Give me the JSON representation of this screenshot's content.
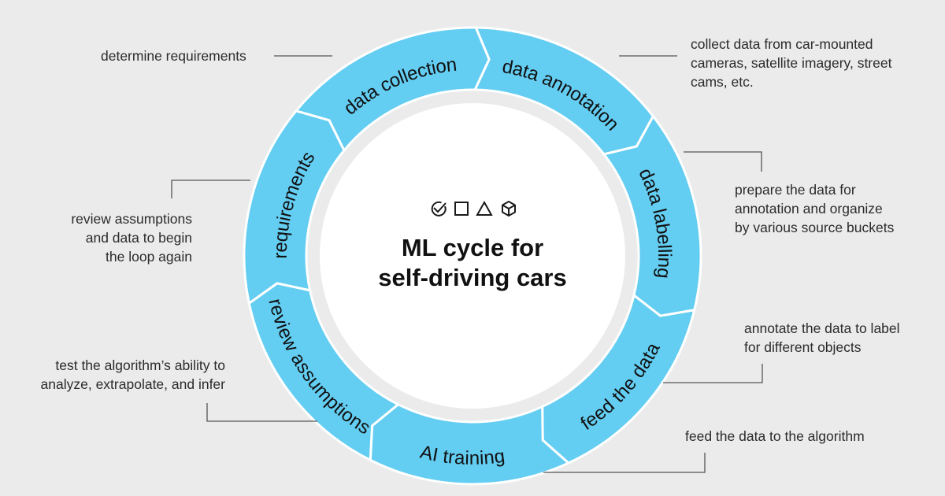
{
  "center": {
    "title_lines": [
      "ML cycle for",
      "self-driving cars"
    ],
    "icons": [
      "check-circle-icon",
      "square-icon",
      "triangle-icon",
      "cube-icon"
    ]
  },
  "stages": [
    {
      "label": "requirements"
    },
    {
      "label": "data collection"
    },
    {
      "label": "data annotation"
    },
    {
      "label": "data labelling"
    },
    {
      "label": "feed the data"
    },
    {
      "label": "AI training"
    },
    {
      "label": "review assumptions"
    }
  ],
  "annotations": {
    "requirements": {
      "lines": [
        "determine requirements"
      ]
    },
    "data_collection": {
      "lines": [
        "collect data from car-mounted",
        "cameras, satellite imagery, street",
        "cams, etc."
      ]
    },
    "data_annotation": {
      "lines": [
        "prepare the data for",
        "annotation and organize",
        "by various source buckets"
      ]
    },
    "data_labelling": {
      "lines": [
        "annotate the data to label",
        "for different objects"
      ]
    },
    "feed_the_data": {
      "lines": [
        "feed the data to the algorithm"
      ]
    },
    "ai_training": {
      "lines": [
        "test the algorithm’s ability to",
        "analyze, extrapolate, and infer"
      ]
    },
    "review_assumptions": {
      "lines": [
        "review assumptions",
        "and data to begin",
        "the loop again"
      ]
    }
  },
  "colors": {
    "ring": "#63cdf2",
    "background": "#ebebeb",
    "center": "#ffffff"
  }
}
